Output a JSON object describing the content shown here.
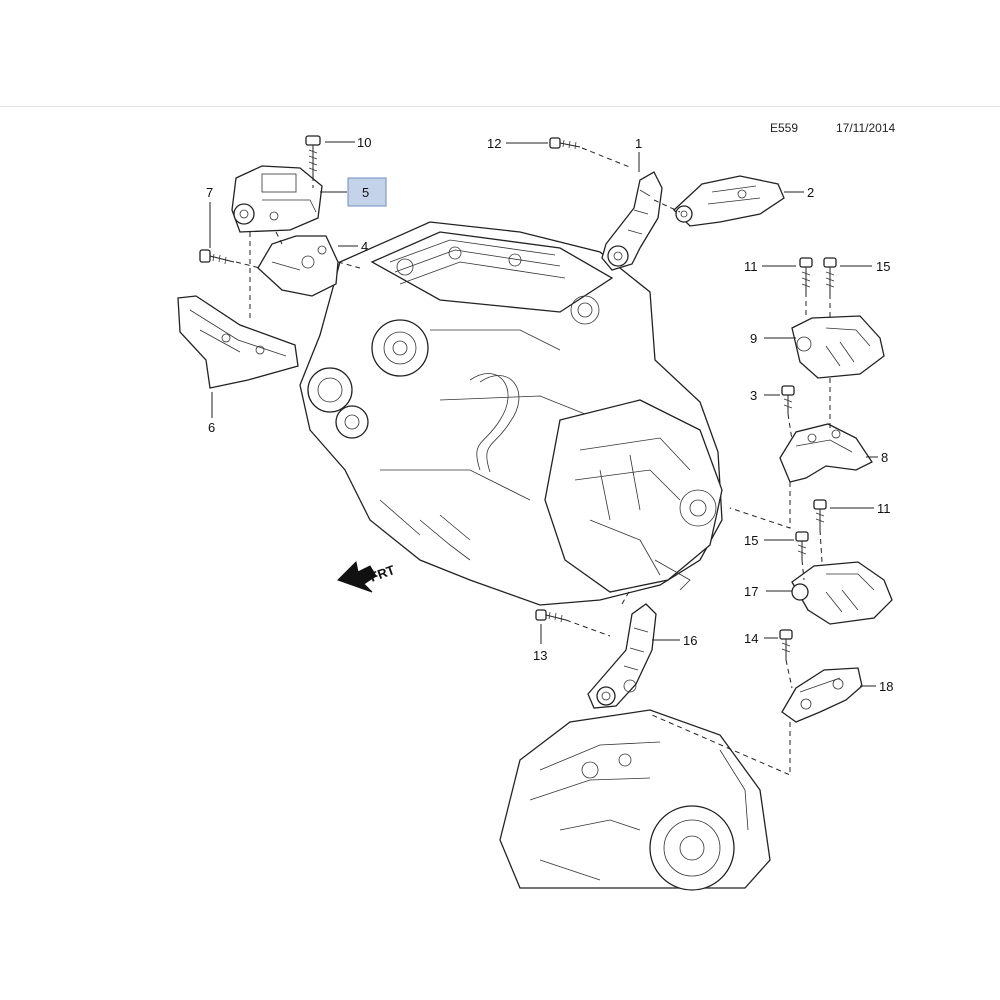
{
  "header": {
    "diagram_code": "E559",
    "date": "17/11/2014"
  },
  "callouts": {
    "c1": "1",
    "c2": "2",
    "c3": "3",
    "c4": "4",
    "c5": "5",
    "c6": "6",
    "c7": "7",
    "c8": "8",
    "c9": "9",
    "c10": "10",
    "c11a": "11",
    "c11b": "11",
    "c12": "12",
    "c13": "13",
    "c14": "14",
    "c15a": "15",
    "c15b": "15",
    "c16": "16",
    "c17": "17",
    "c18": "18"
  },
  "highlighted_callout": "5",
  "direction_marker": {
    "label": "FRT"
  },
  "colors": {
    "highlight_fill": "#c5d3ea",
    "highlight_border": "#6f8fbf",
    "line": "#222222"
  }
}
